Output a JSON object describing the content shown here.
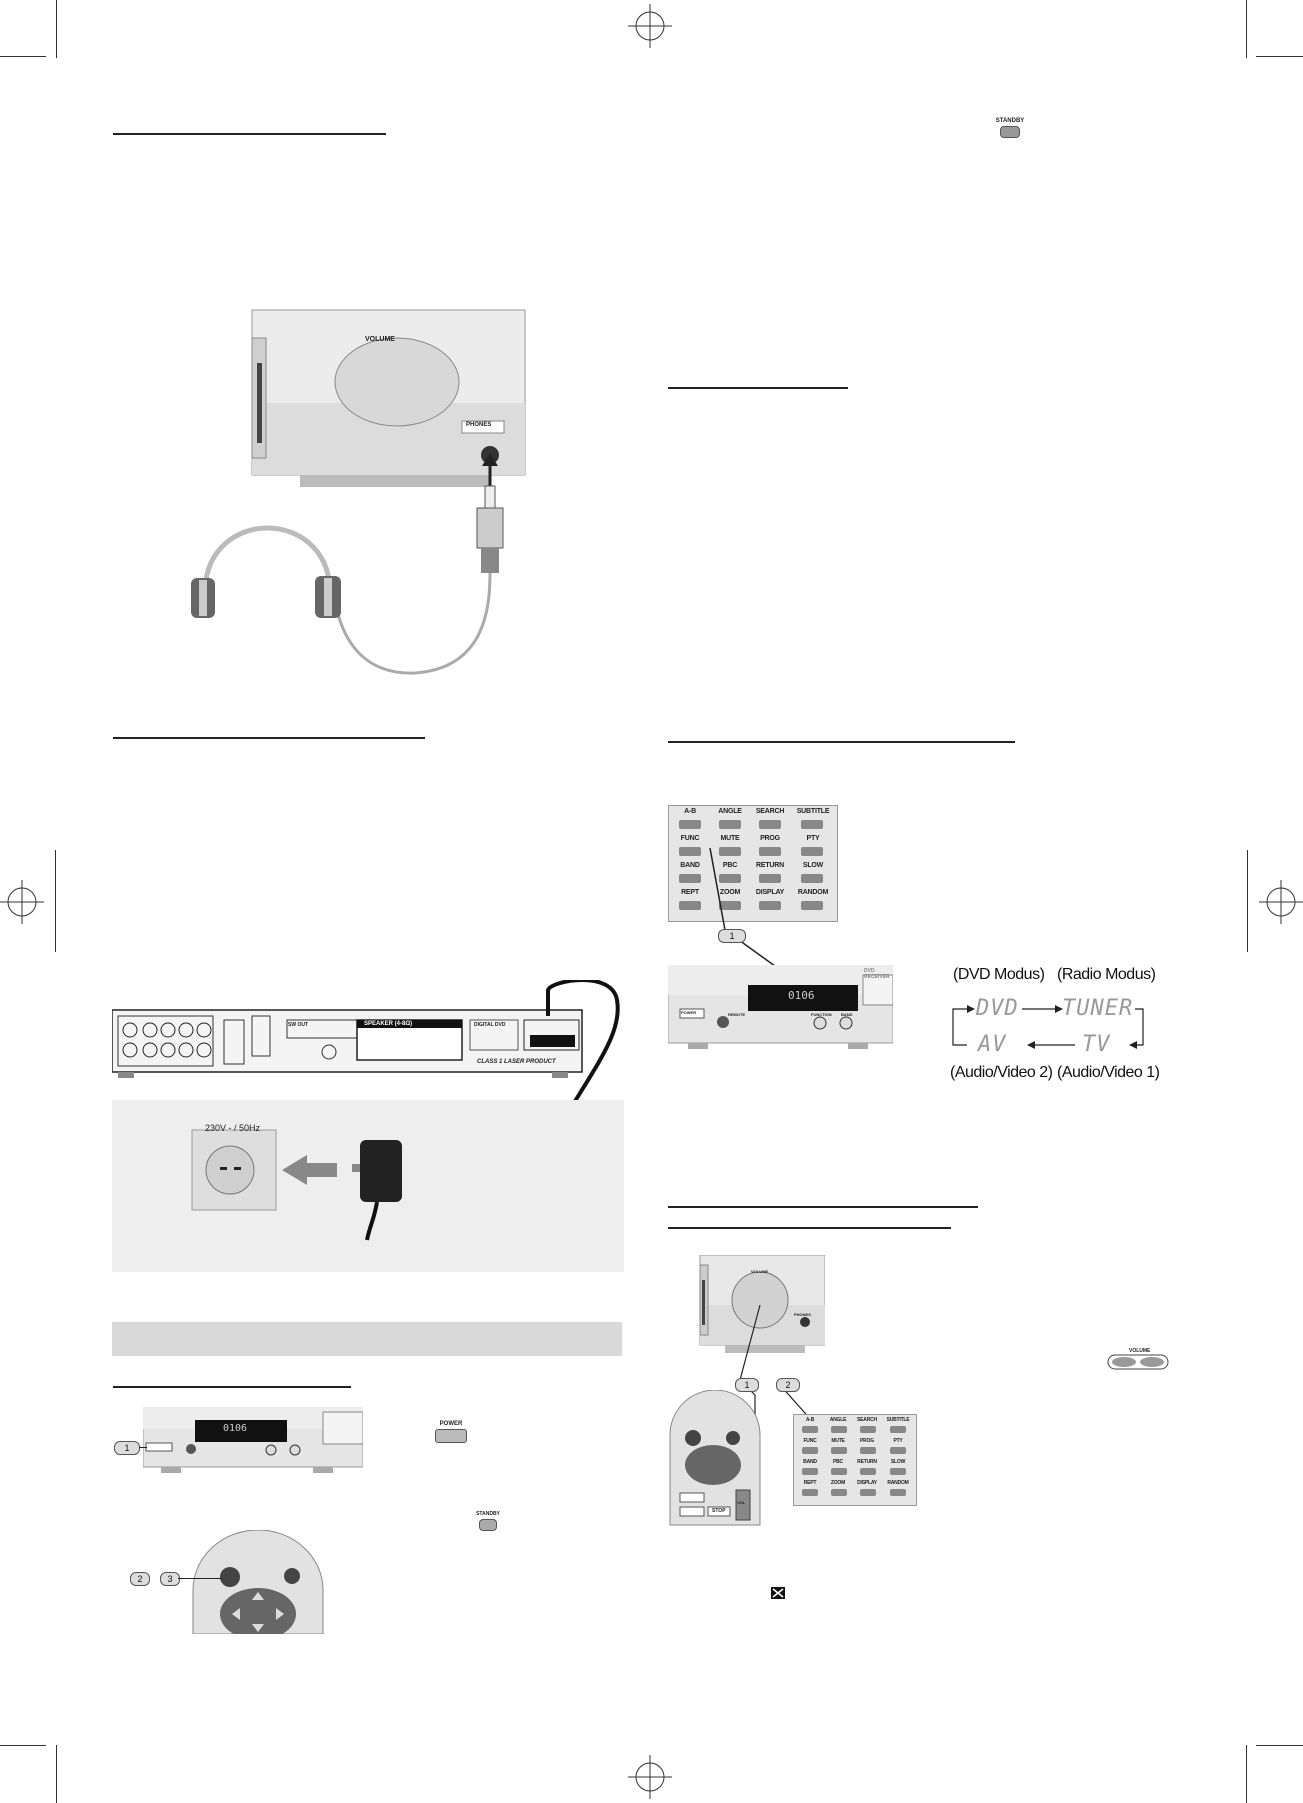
{
  "top_right_button": {
    "label": "STANDBY"
  },
  "headphone_unit": {
    "volume_label": "VOLUME",
    "phones_label": "PHONES"
  },
  "power_section": {
    "socket_label": "230V - / 50Hz",
    "rear_labels": {
      "speaker": "SPEAKER (4-8Ω)",
      "laser": "CLASS 1 LASER PRODUCT",
      "digital": "DIGITAL DVD",
      "sw": "SW OUT"
    }
  },
  "remote_keypad": {
    "rows": [
      [
        "A-B",
        "ANGLE",
        "SEARCH",
        "SUBTITLE"
      ],
      [
        "FUNC",
        "MUTE",
        "PROG",
        "PTY"
      ],
      [
        "BAND",
        "PBC",
        "RETURN",
        "SLOW"
      ],
      [
        "REPT",
        "ZOOM",
        "DISPLAY",
        "RANDOM"
      ]
    ]
  },
  "function_section": {
    "badge": "1",
    "labels": {
      "dvd_mode": "(DVD Modus)",
      "radio_mode": "(Radio Modus)",
      "av2": "(Audio/Video 2)",
      "av1": "(Audio/Video 1)"
    },
    "lcd": {
      "dvd": "DVD",
      "tuner": "TUNER",
      "av": "AV",
      "tv": "TV"
    },
    "front_labels": {
      "power": "POWER",
      "remote": "REMOTE",
      "function": "FUNCTION",
      "band": "BAND",
      "model": "DVD RECEIVER",
      "display": "0106"
    }
  },
  "volume_section": {
    "volume_label": "VOLUME",
    "phones_label": "PHONES",
    "badges": [
      "1",
      "2"
    ],
    "rocker_label": "VOLUME",
    "remote_keys": {
      "stop": "STOP",
      "vol": "VOL"
    }
  },
  "standby_section": {
    "badges": [
      "1",
      "2",
      "3"
    ],
    "power_button": "POWER",
    "standby_button": "STANDBY"
  }
}
